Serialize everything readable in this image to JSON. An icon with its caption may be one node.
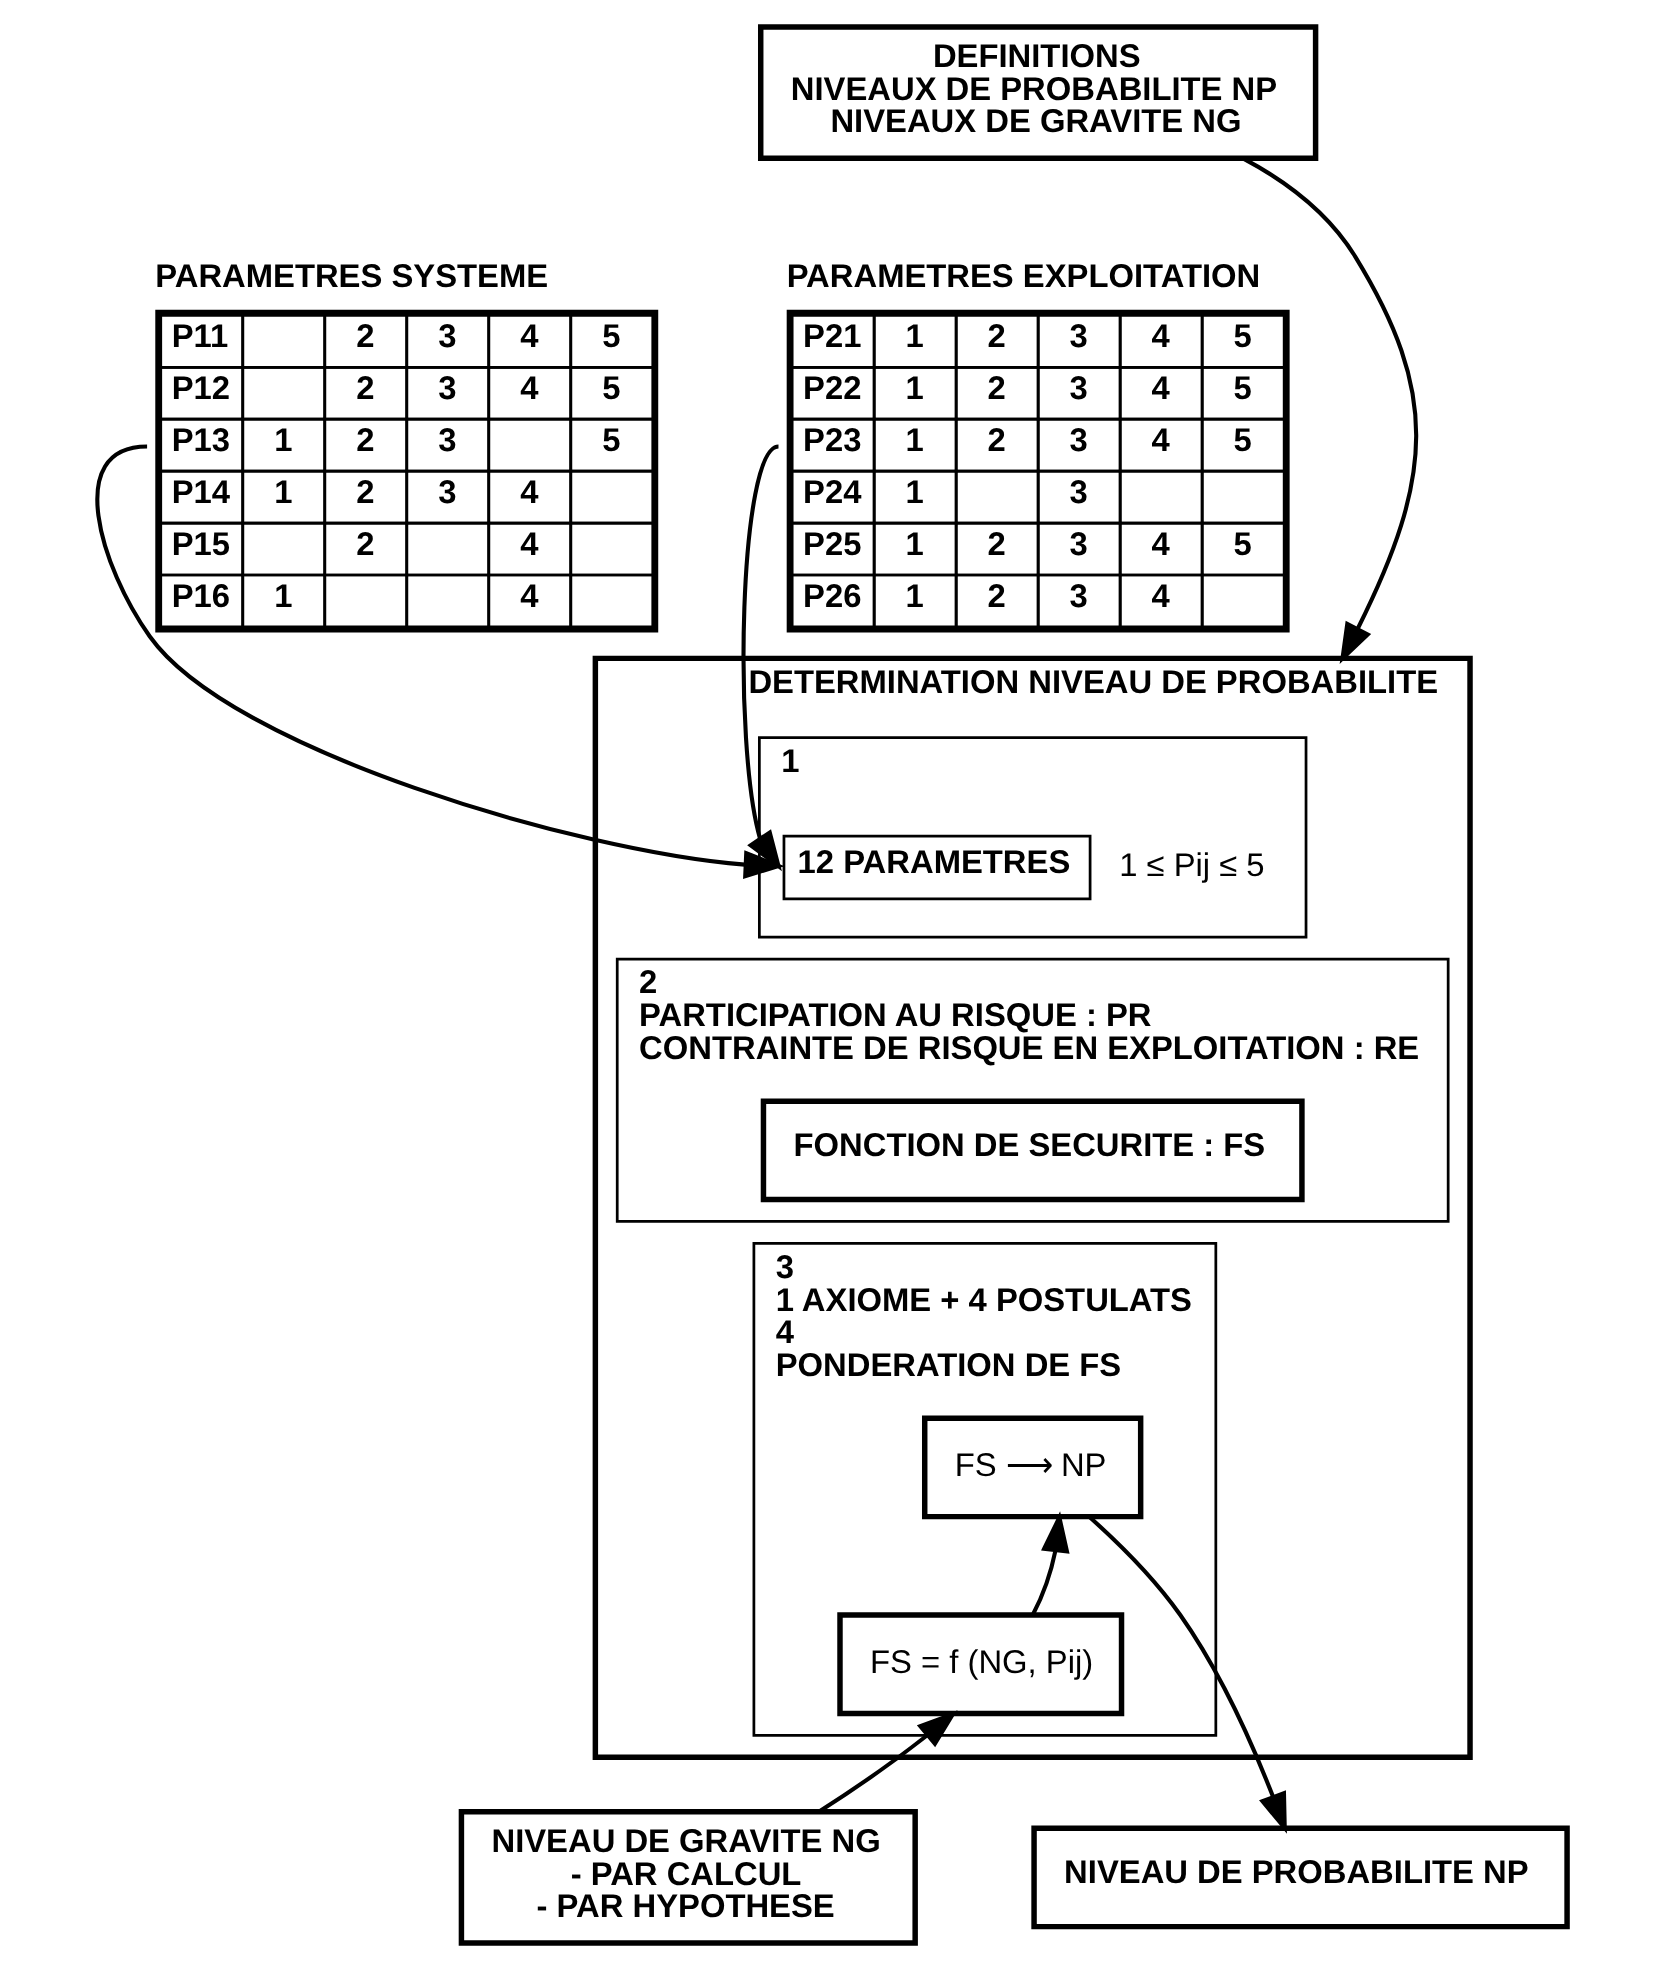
{
  "diagram": {
    "nodes": [
      {
        "text": [
          "DEFINITIONS",
          "NIVEAUX DE PROBABILITE NP",
          "NIVEAUX DE GRAVITE NG"
        ]
      },
      {
        "text": [
          "PARAMETRES SYSTEME",
          "P11",
          "2",
          "3",
          "4",
          "5",
          "P12",
          "2",
          "3",
          "4",
          "5",
          "P13",
          "1",
          "2",
          "3",
          "5",
          "P14",
          "1",
          "2",
          "3",
          "4",
          "P15",
          "2",
          "4",
          "P16",
          "1",
          "4"
        ]
      },
      {
        "text": [
          "PARAMETRES EXPLOITATION",
          "P21",
          "1",
          "2",
          "3",
          "4",
          "5",
          "P22",
          "1",
          "2",
          "3",
          "4",
          "5",
          "P23",
          "1",
          "2",
          "3",
          "4",
          "5",
          "P24",
          "1",
          "3",
          "P25",
          "1",
          "2",
          "3",
          "4",
          "5",
          "P26",
          "1",
          "2",
          "3",
          "4"
        ]
      },
      {
        "text": [
          "DETERMINATION NIVEAU DE PROBABILITE"
        ]
      },
      {
        "text": [
          "1"
        ],
        "in": 3
      },
      {
        "text": [
          "12 PARAMETRES"
        ],
        "in": 4,
        "beside": [
          "1 ≤ Pij ≤ 5"
        ]
      },
      {
        "text": [
          "2",
          "PARTICIPATION AU RISQUE : PR",
          "CONTRAINTE DE RISQUE EN EXPLOITATION : RE"
        ],
        "in": 3
      },
      {
        "text": [
          "FONCTION DE SECURITE : FS"
        ],
        "in": 6
      },
      {
        "text": [
          "3",
          "1 AXIOME + 4 POSTULATS",
          "4",
          "PONDERATION DE FS"
        ],
        "in": 3
      },
      {
        "text": [
          "FS ⟶ NP"
        ],
        "in": 8
      },
      {
        "text": [
          "FS = f (NG, Pij)"
        ],
        "in": 8
      },
      {
        "text": [
          "NIVEAU DE GRAVITE NG",
          "- PAR CALCUL",
          "- PAR HYPOTHESE"
        ]
      },
      {
        "text": [
          "NIVEAU DE PROBABILITE NP"
        ]
      }
    ],
    "edges": [
      {
        "from": 0,
        "to": 3,
        "arrow": "to"
      },
      {
        "from": 1,
        "to": 5,
        "arrow": "to"
      },
      {
        "from": 2,
        "to": 5,
        "arrow": "to"
      },
      {
        "from": 10,
        "to": 9,
        "arrow": "to"
      },
      {
        "from": 9,
        "to": 12,
        "arrow": "to"
      },
      {
        "from": 11,
        "to": 10,
        "arrow": "to"
      }
    ]
  }
}
